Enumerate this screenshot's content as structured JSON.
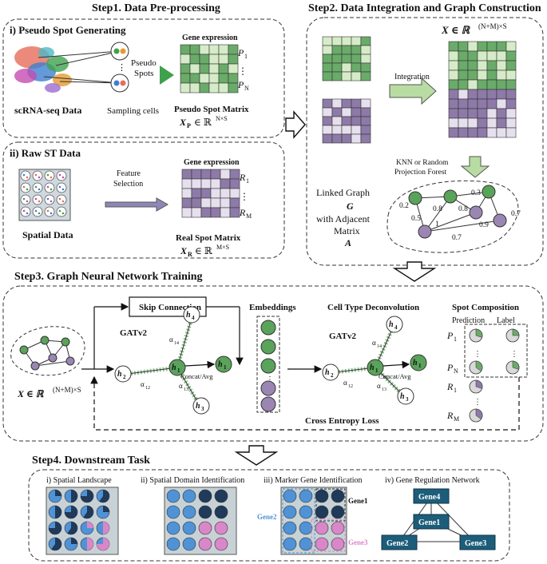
{
  "step1": {
    "title": "Step1. Data Pre-processing",
    "sub1": "i) Pseudo Spot Generating",
    "pseudo_spots": "Pseudo",
    "pseudo_spots2": "Spots",
    "scrna_label": "scRNA-seq Data",
    "sampling_label": "Sampling cells",
    "gene_expression": "Gene expression",
    "p1": "P",
    "p1_sub": "1",
    "pn": "P",
    "pn_sub": "N",
    "dots": "⋮",
    "pseudo_matrix": "Pseudo Spot Matrix",
    "xp_formula": "X",
    "xp_sub": "P",
    "xp_rest": "∈ ℝ",
    "xp_sup": "N×S",
    "sub2": "ii) Raw ST Data",
    "feature": "Feature",
    "selection": "Selection",
    "spatial_label": "Spatial Data",
    "r1": "R",
    "r1_sub": "1",
    "rm": "R",
    "rm_sub": "M",
    "real_matrix": "Real Spot Matrix",
    "xr_sub": "R",
    "xr_sup": "M×S"
  },
  "step2": {
    "title": "Step2. Data Integration and Graph Construction",
    "x_formula": "X ∈ ℝ",
    "x_sup": "(N+M)×S",
    "integration": "Integration",
    "knn1": "KNN or Random",
    "knn2": "Projection Forest",
    "linked1": "Linked Graph",
    "g": "G",
    "linked2": "with Adjacent",
    "linked3": "Matrix",
    "a": "A",
    "edge_labels": [
      "0.2",
      "0.8",
      "0.3",
      "0.5",
      "0.8",
      "0.7",
      "1",
      "0.9",
      "0.7"
    ]
  },
  "step3": {
    "title": "Step3. Graph Neural Network Training",
    "skip": "Skip Connection",
    "gatv2": "GATv2",
    "embeddings": "Embeddings",
    "deconv": "Cell Type Deconvolution",
    "gatv2b": "GATv2",
    "spot_comp": "Spot Composition",
    "prediction": "Prediction",
    "label": "Label",
    "concat": "Concat/Avg",
    "x_formula": "X ∈ ℝ",
    "x_sup": "(N+M)×S",
    "cross_entropy": "Cross Entropy Loss",
    "h1": "h",
    "h1s": "1",
    "h2": "h",
    "h2s": "2",
    "h3": "h",
    "h3s": "3",
    "h4": "h",
    "h4s": "4",
    "h1p": "h",
    "h1ps": "1",
    "a14": "α",
    "a14s": "14",
    "a12": "α",
    "a12s": "12",
    "a13": "α",
    "a13s": "13",
    "p1": "P",
    "p1s": "1",
    "pn": "P",
    "pns": "N",
    "r1": "R",
    "r1s": "1",
    "rm": "R",
    "rms": "M"
  },
  "step4": {
    "title": "Step4. Downstream Task",
    "t1": "i) Spatial Landscape",
    "t2": "ii) Spatial Domain Identification",
    "t3": "iii) Marker Gene Identification",
    "t4": "iv) Gene Regulation Network",
    "gene1": "Gene1",
    "gene2": "Gene2",
    "gene3": "Gene3",
    "net_gene4": "Gene4",
    "net_gene1": "Gene1",
    "net_gene2": "Gene2",
    "net_gene3": "Gene3"
  },
  "colors": {
    "green": "#6aab6a",
    "light_green": "#d6ecc8",
    "purple": "#8e7aa8",
    "light_purple": "#e6e0ee",
    "node_green": "#5aa35a",
    "node_purple": "#9b86b3",
    "dark_blue": "#1f3a5a",
    "mid_blue": "#4f93d6",
    "pink": "#d987c9",
    "gene_box": "#1c5d7a",
    "arrow_green": "#b8dca2",
    "arrow_purple": "#8f86b8"
  }
}
